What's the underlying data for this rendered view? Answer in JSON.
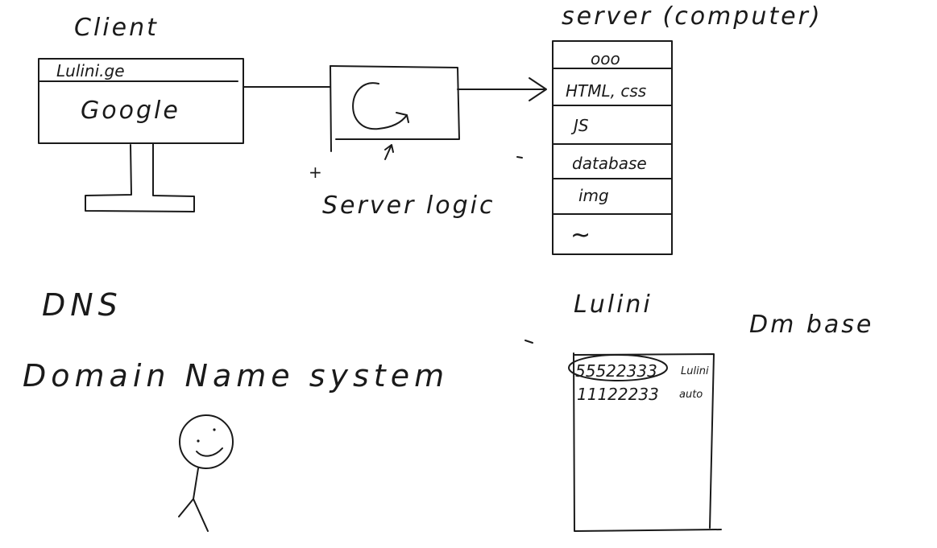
{
  "client": {
    "title": "Client",
    "browser_tab": "Lulini.ge",
    "browser_content": "Google"
  },
  "middle": {
    "server_logic_label": "Server logic",
    "plus_mark": "+"
  },
  "server": {
    "title": "server (computer)",
    "rows": [
      "ooo",
      "HTML, css",
      "JS",
      "database",
      "img",
      "~"
    ]
  },
  "dns": {
    "abbr": "DNS",
    "full": "Domain Name system"
  },
  "lookup": {
    "title": "Lulini",
    "side_note": "Dm base",
    "entries": [
      {
        "number": "55522333",
        "name": "Lulini"
      },
      {
        "number": "11122233",
        "name": "auto"
      }
    ]
  }
}
